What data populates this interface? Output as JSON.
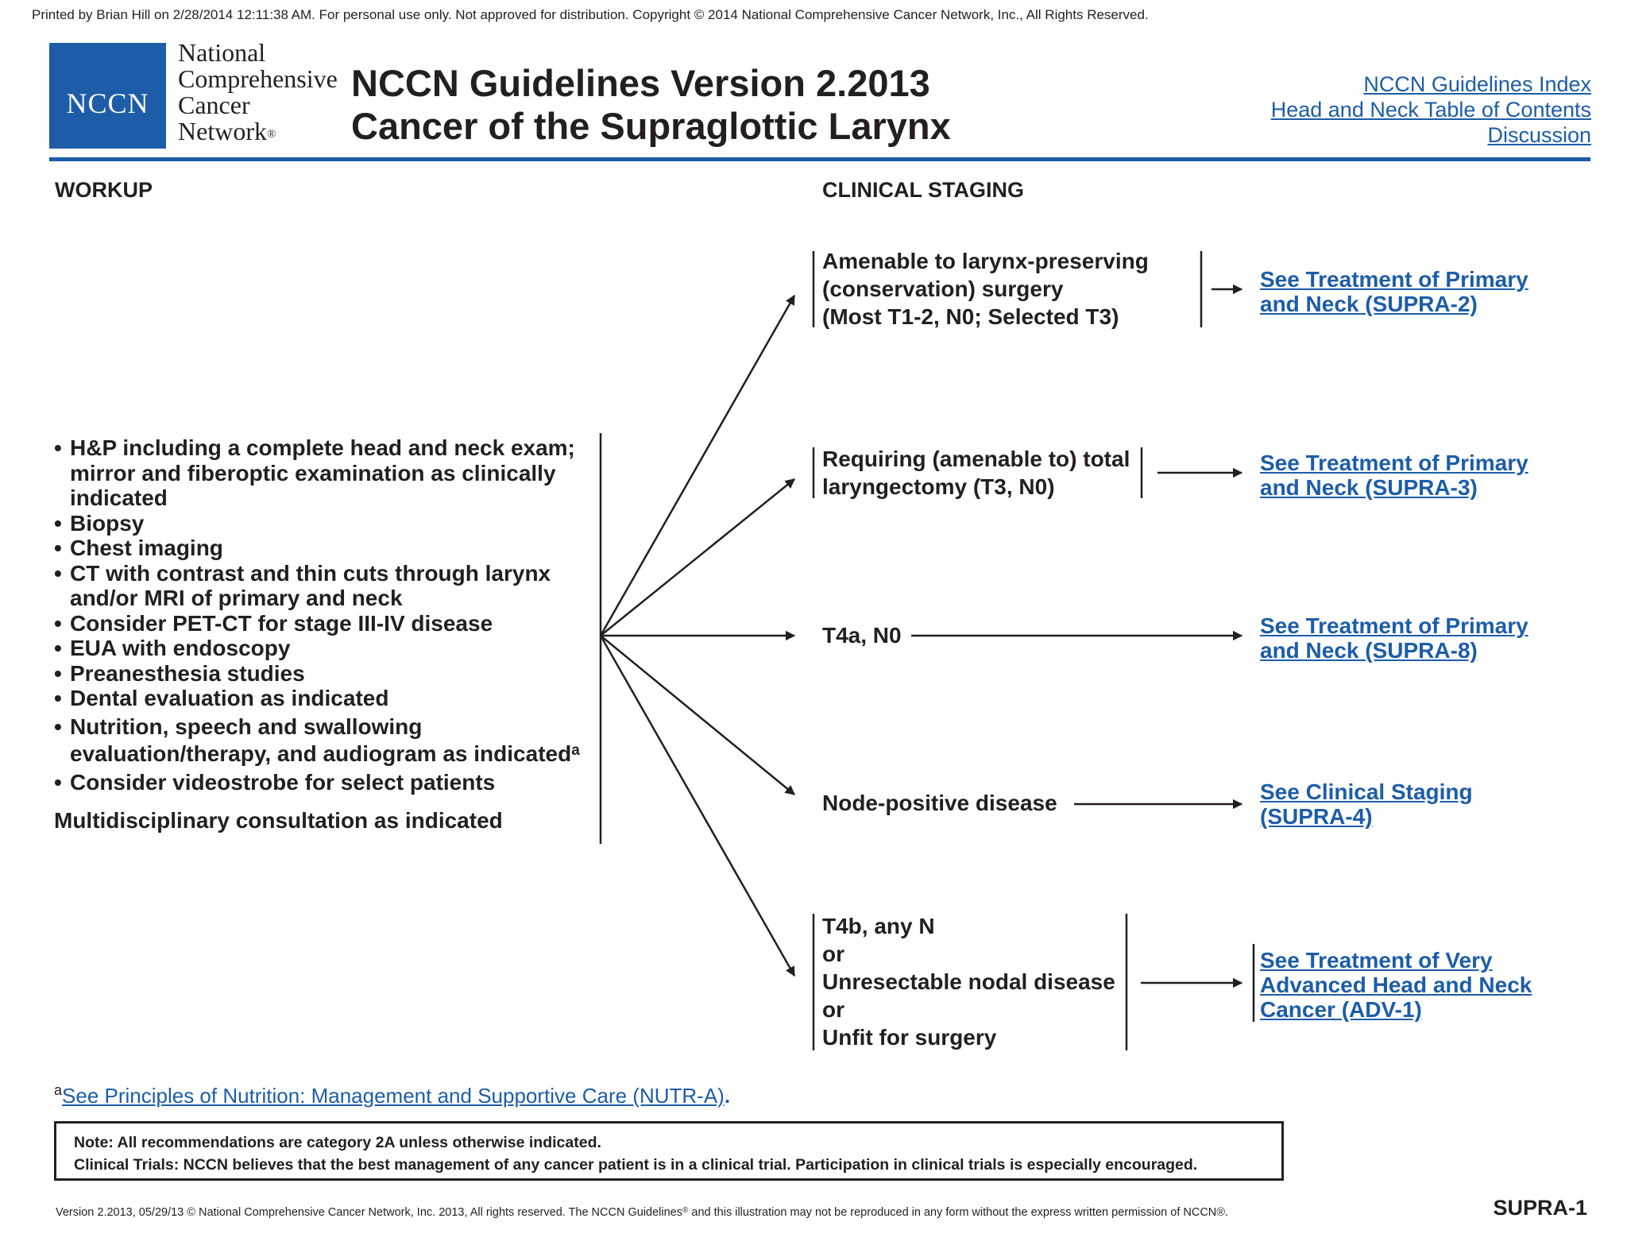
{
  "print_notice": "Printed by Brian Hill on 2/28/2014 12:11:38 AM. For personal use only. Not approved for distribution. Copyright © 2014 National Comprehensive Cancer Network, Inc., All Rights Reserved.",
  "logo": {
    "box_text": "NCCN",
    "org_lines": [
      "National",
      "Comprehensive",
      "Cancer",
      "Network"
    ],
    "registered": "®"
  },
  "header": {
    "title_line1": "NCCN Guidelines Version 2.2013",
    "title_line2": "Cancer of the Supraglottic Larynx",
    "links": [
      "NCCN Guidelines Index",
      "Head and Neck Table of Contents",
      "Discussion"
    ]
  },
  "sections": {
    "workup": "WORKUP",
    "clinical_staging": "CLINICAL STAGING"
  },
  "workup": {
    "items": [
      [
        "H&P including a complete head and neck exam;",
        "mirror and fiberoptic examination as clinically",
        "indicated"
      ],
      [
        "Biopsy"
      ],
      [
        "Chest imaging"
      ],
      [
        "CT with contrast and thin cuts through larynx",
        "and/or MRI of primary and neck"
      ],
      [
        "Consider PET-CT for stage III-IV disease"
      ],
      [
        "EUA with endoscopy"
      ],
      [
        "Preanesthesia studies"
      ],
      [
        "Dental evaluation as indicated"
      ],
      [
        "Nutrition, speech and swallowing",
        "evaluation/therapy, and audiogram as indicated"
      ],
      [
        "Consider videostrobe for select patients"
      ]
    ],
    "footnote_marker": "a",
    "multidisciplinary": "Multidisciplinary consultation as indicated"
  },
  "staging": [
    {
      "lines": [
        "Amenable to larynx-preserving",
        "(conservation) surgery",
        "(Most T1-2, N0; Selected T3)"
      ],
      "dest": [
        "See Treatment of Primary",
        "and Neck (SUPRA-2)"
      ]
    },
    {
      "lines": [
        "Requiring (amenable to) total",
        "laryngectomy (T3, N0)"
      ],
      "dest": [
        "See Treatment of Primary",
        "and Neck (SUPRA-3)"
      ]
    },
    {
      "lines": [
        "T4a, N0"
      ],
      "dest": [
        "See Treatment of Primary",
        "and Neck (SUPRA-8)"
      ]
    },
    {
      "lines": [
        "Node-positive disease"
      ],
      "dest": [
        "See Clinical Staging",
        "(SUPRA-4)"
      ]
    },
    {
      "lines": [
        "T4b, any N",
        "or",
        "Unresectable nodal disease",
        "or",
        "Unfit for surgery"
      ],
      "dest": [
        "See Treatment of Very",
        "Advanced Head and Neck",
        "Cancer (ADV-1)"
      ]
    }
  ],
  "footnote": {
    "marker": "a",
    "link_text": "See Principles of Nutrition: Management and Supportive Care (NUTR-A)",
    "trailing": "."
  },
  "note_box": {
    "line1": "Note:  All recommendations are category 2A unless otherwise indicated.",
    "line2": "Clinical Trials: NCCN believes that the best management of any cancer patient is in a clinical trial.  Participation in clinical trials is especially encouraged."
  },
  "footer": {
    "version_text_a": "Version 2.2013, 05/29/13 © National Comprehensive Cancer Network, Inc. 2013, All rights reserved. The NCCN Guidelines",
    "version_reg": "®",
    "version_text_b": " and this illustration may not be reproduced in any form without the express written permission of NCCN®.",
    "page_id": "SUPRA-1"
  },
  "colors": {
    "brand_blue": "#1d5da8",
    "text": "#231f20"
  }
}
